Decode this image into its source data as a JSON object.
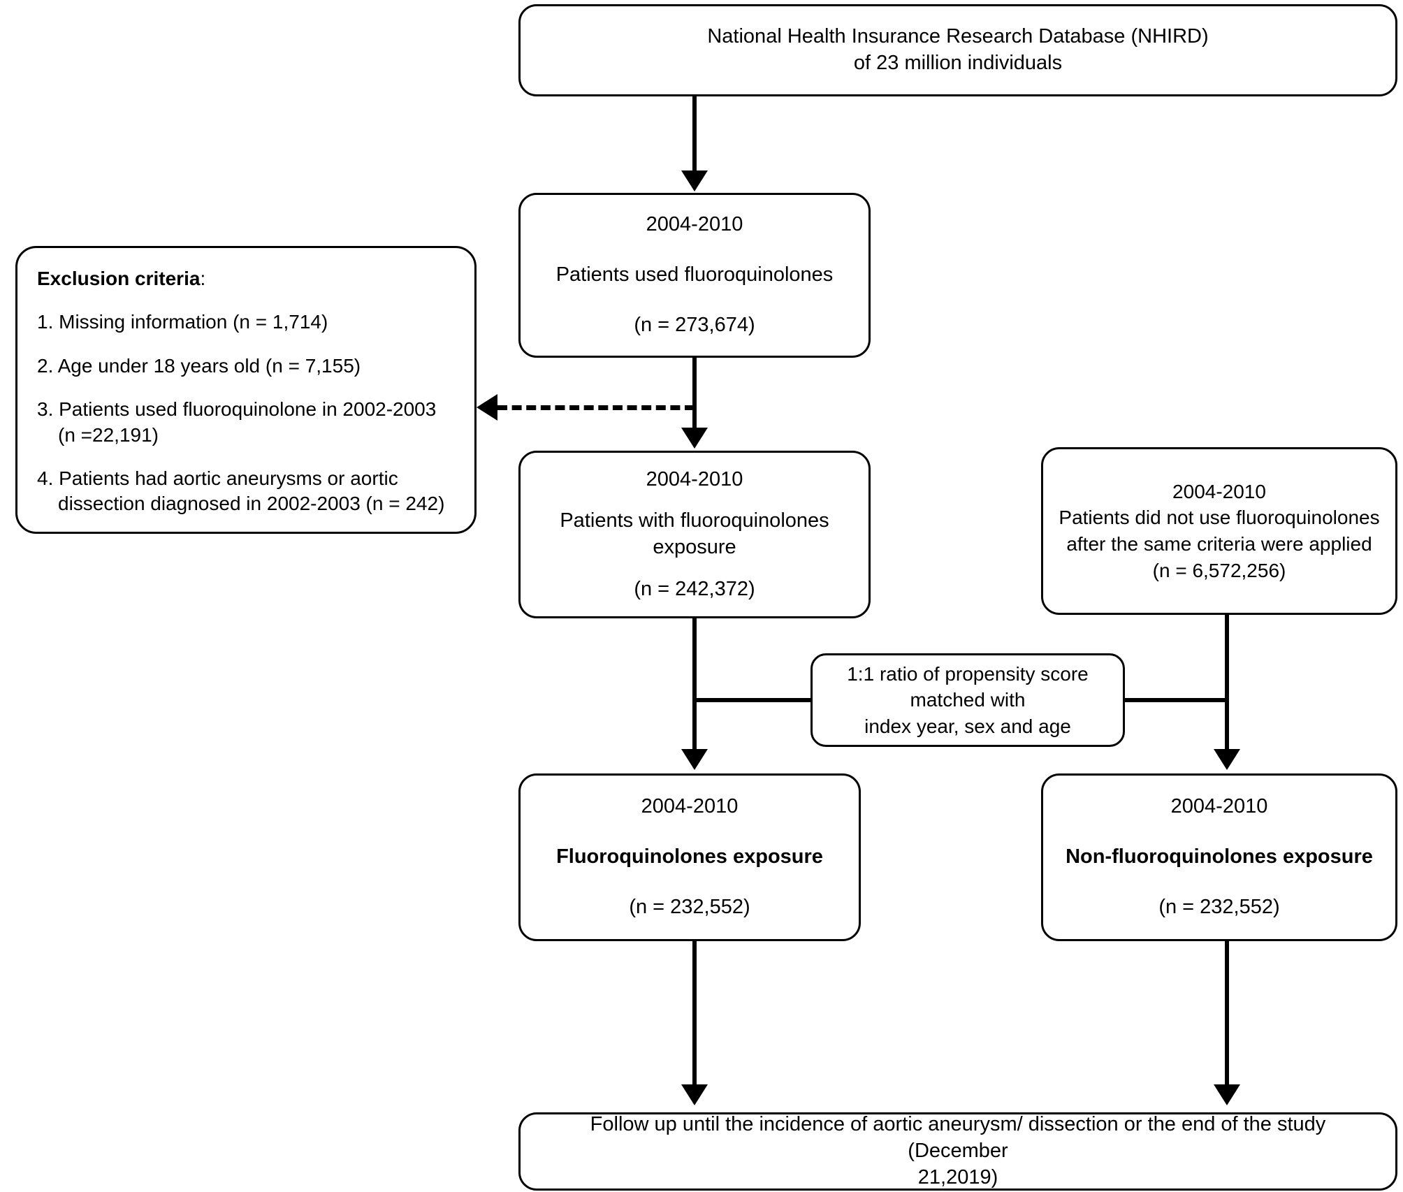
{
  "diagram": {
    "title": "Study population flow diagram",
    "type": "flowchart",
    "colors": {
      "stroke": "#000000",
      "background": "#ffffff",
      "text": "#000000"
    }
  },
  "boxes": {
    "nhird": {
      "line1": "National Health Insurance Research Database (NHIRD)",
      "line2": "of 23 million individuals"
    },
    "used_fq": {
      "period": "2004-2010",
      "description": "Patients used fluoroquinolones",
      "count": "(n = 273,674)"
    },
    "fq_exposure": {
      "period": "2004-2010",
      "description_line1": "Patients with fluoroquinolones",
      "description_line2": "exposure",
      "count": "(n = 242,372)"
    },
    "non_user": {
      "period": "2004-2010",
      "description_line1": "Patients did not use fluoroquinolones",
      "description_line2": "after the same criteria were applied",
      "count": "(n = 6,572,256)"
    },
    "matching": {
      "line1": "1:1 ratio of propensity score",
      "line2": "matched with",
      "line3": "index year, sex and age"
    },
    "fq_final": {
      "period": "2004-2010",
      "label": "Fluoroquinolones exposure",
      "count": "(n = 232,552)"
    },
    "nonfq_final": {
      "period": "2004-2010",
      "label": "Non-fluoroquinolones exposure",
      "count": "(n = 232,552)"
    },
    "followup": {
      "line1": "Follow up until the incidence of aortic aneurysm/ dissection or the end of the study (December",
      "line2": "21,2019)"
    },
    "exclusion": {
      "title": "Exclusion criteria",
      "title_colon": ":",
      "items": [
        "1. Missing information (n = 1,714)",
        "2. Age under 18 years old  (n = 7,155)",
        "3. Patients used fluoroquinolone in 2002-2003 (n =22,191)",
        "4. Patients had aortic aneurysms or aortic dissection diagnosed in 2002-2003 (n = 242)"
      ]
    }
  }
}
